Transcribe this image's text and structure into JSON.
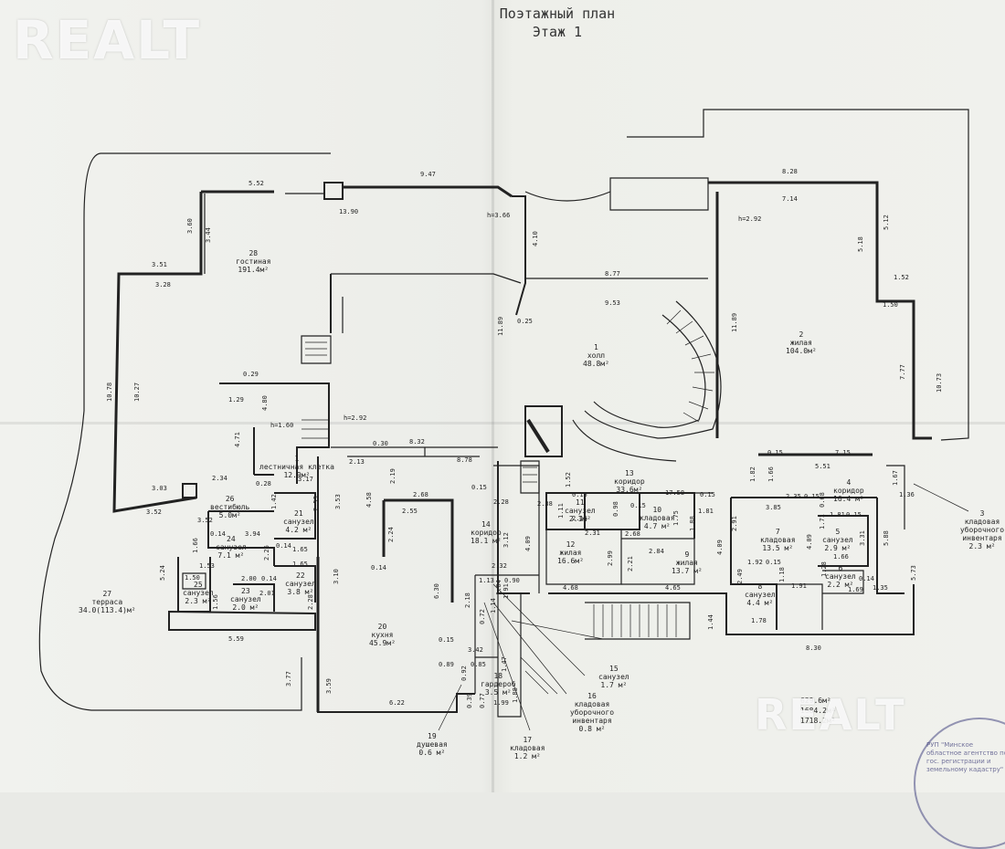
{
  "header": {
    "title": "Поэтажный план",
    "subtitle": "Этаж 1"
  },
  "watermark": {
    "top_left": "REALT",
    "bottom_right": "REALT"
  },
  "rooms": [
    {
      "num": "1",
      "name": "холл",
      "area": "48.8м²"
    },
    {
      "num": "2",
      "name": "жилая",
      "area": "104.0м²"
    },
    {
      "num": "3",
      "name": "кладовая уборочного инвентаря",
      "area": "2.3 м²"
    },
    {
      "num": "4",
      "name": "коридор",
      "area": "16.4 м²"
    },
    {
      "num": "5",
      "name": "санузел",
      "area": "2.9 м²"
    },
    {
      "num": "6",
      "name": "санузел",
      "area": "2.2 м²"
    },
    {
      "num": "7",
      "name": "кладовая",
      "area": "13.5 м²"
    },
    {
      "num": "8",
      "name": "санузел",
      "area": "4.4 м²"
    },
    {
      "num": "9",
      "name": "жилая",
      "area": "13.7 м²"
    },
    {
      "num": "10",
      "name": "кладовая",
      "area": "4.7 м²"
    },
    {
      "num": "11",
      "name": "санузел",
      "area": "2.1м²"
    },
    {
      "num": "12",
      "name": "жилая",
      "area": "16.6м²"
    },
    {
      "num": "13",
      "name": "коридор",
      "area": "33.6м²"
    },
    {
      "num": "14",
      "name": "коридор",
      "area": "18.1 м²"
    },
    {
      "num": "15",
      "name": "санузел",
      "area": "1.7 м²"
    },
    {
      "num": "16",
      "name": "кладовая уборочного инвентаря",
      "area": "0.8 м²"
    },
    {
      "num": "17",
      "name": "кладовая",
      "area": "1.2 м²"
    },
    {
      "num": "18",
      "name": "гардероб",
      "area": "3.5 м²"
    },
    {
      "num": "19",
      "name": "душевая",
      "area": "0.6 м²"
    },
    {
      "num": "20",
      "name": "кухня",
      "area": "45.9м²"
    },
    {
      "num": "21",
      "name": "санузел",
      "area": "4.2 м²"
    },
    {
      "num": "22",
      "name": "санузел",
      "area": "3.8 м²"
    },
    {
      "num": "23",
      "name": "санузел",
      "area": "2.0 м²"
    },
    {
      "num": "24",
      "name": "санузел",
      "area": "7.1 м²"
    },
    {
      "num": "25",
      "name": "санузел",
      "area": "2.3 м²"
    },
    {
      "num": "26",
      "name": "вестибюль",
      "area": "5.0м²"
    },
    {
      "num": "27",
      "name": "терраса",
      "area": "34.0(113.4)м²"
    },
    {
      "num": "28",
      "name": "гостиная",
      "area": "191.4м²"
    },
    {
      "num": "1",
      "name": "лестничная клетка",
      "area": "12.9м²"
    }
  ],
  "heights": {
    "h1": "h=1.60",
    "h2": "h=2.92",
    "h3": "h=3.66",
    "h4": "h=2.92"
  },
  "dimensions": {
    "d_5_52": "5.52",
    "d_9_47": "9.47",
    "d_13_90": "13.90",
    "d_8_28": "8.28",
    "d_7_14": "7.14",
    "d_3_60": "3.60",
    "d_3_44": "3.44",
    "d_3_51": "3.51",
    "d_3_28": "3.28",
    "d_10_78": "10.78",
    "d_10_27": "10.27",
    "d_4_10": "4.10",
    "d_8_77": "8.77",
    "d_9_53": "9.53",
    "d_0_25": "0.25",
    "d_11_89a": "11.89",
    "d_11_89b": "11.89",
    "d_5_12": "5.12",
    "d_5_18": "5.18",
    "d_1_52": "1.52",
    "d_1_50": "1.50",
    "d_7_77": "7.77",
    "d_10_73": "10.73",
    "d_0_29": "0.29",
    "d_1_29": "1.29",
    "d_4_80": "4.80",
    "d_4_71": "4.71",
    "d_8_32": "8.32",
    "d_8_78": "8.78",
    "d_0_30": "0.30",
    "d_2_13": "2.13",
    "d_2_19": "2.19",
    "d_3_53": "3.53",
    "d_4_58": "4.58",
    "d_2_68": "2.68",
    "d_2_34": "2.34",
    "d_0_28": "0.28",
    "d_3_17": "3.17",
    "d_3_03": "3.03",
    "d_3_52": "3.52",
    "d_3_52b": "3.52",
    "d_1_42": "1.42",
    "d_2_53": "2.53",
    "d_3_94": "3.94",
    "d_0_14a": "0.14",
    "d_1_66": "1.66",
    "d_2_26": "2.26",
    "d_0_14b": "0.14",
    "d_1_65a": "1.65",
    "d_1_65b": "1.65",
    "d_5_24": "5.24",
    "d_1_53": "1.53",
    "d_1_50b": "1.50",
    "d_2_00": "2.00",
    "d_0_14c": "0.14",
    "d_2_01": "2.01",
    "d_1_56": "1.56",
    "d_2_28": "2.28",
    "d_3_10": "3.10",
    "d_2_55": "2.55",
    "d_2_24": "2.24",
    "d_0_14d": "0.14",
    "d_6_30": "6.30",
    "d_5_59": "5.59",
    "d_3_77": "3.77",
    "d_3_59": "3.59",
    "d_6_22": "6.22",
    "d_0_15a": "0.15",
    "d_2_28b": "2.28",
    "d_2_38": "2.38",
    "d_3_12": "3.12",
    "d_2_32": "2.32",
    "d_1_13": "1.13",
    "d_0_90": "0.90",
    "d_2_18": "2.18",
    "d_0_72": "0.72",
    "d_1_14": "1.14",
    "d_1_04": "1.04",
    "d_1_91": "1.91",
    "d_0_15b": "0.15",
    "d_3_42": "3.42",
    "d_0_89": "0.89",
    "d_0_92": "0.92",
    "d_0_85": "0.85",
    "d_1_47": "1.47",
    "d_0_39": "0.39",
    "d_0_77": "0.77",
    "d_1_99": "1.99",
    "d_1_88": "1.88",
    "d_1_52b": "1.52",
    "d_0_15c": "0.15",
    "d_1_11": "1.11",
    "d_2_16": "2.16",
    "d_0_98": "0.98",
    "d_2_31": "2.31",
    "d_0_15d": "0.15",
    "d_1_75": "1.75",
    "d_17_58": "17.58",
    "d_2_68b": "2.68",
    "d_2_99": "2.99",
    "d_2_21": "2.21",
    "d_2_84": "2.84",
    "d_4_09a": "4.09",
    "d_4_68": "4.68",
    "d_4_65": "4.65",
    "d_1_44": "1.44",
    "d_0_15e": "0.15",
    "d_1_88b": "1.88",
    "d_1_81": "1.81",
    "d_1_82": "1.82",
    "d_1_66b": "1.66",
    "d_2_35": "2.35",
    "d_0_15f": "0.15",
    "d_3_85": "3.85",
    "d_0_68": "0.68",
    "d_1_81b": "1.81",
    "d_0_15g": "0.15",
    "d_2_91": "2.91",
    "d_1_71": "1.71",
    "d_4_09b": "4.09",
    "d_3_31": "3.31",
    "d_1_92": "1.92",
    "d_0_15h": "0.15",
    "d_1_66c": "1.66",
    "d_1_28": "1.28",
    "d_2_49": "2.49",
    "d_1_18": "1.18",
    "d_1_91b": "1.91",
    "d_0_14e": "0.14",
    "d_1_69": "1.69",
    "d_1_35": "1.35",
    "d_1_78": "1.78",
    "d_8_30": "8.30",
    "d_0_15i": "0.15",
    "d_7_15": "7.15",
    "d_5_51": "5.51",
    "d_1_67": "1.67",
    "d_1_36": "1.36",
    "d_5_88": "5.88",
    "d_5_73": "5.73",
    "d_4_09c": "4.09"
  },
  "totals": {
    "line1": "629.6м²",
    "line2": "1684.2м²",
    "line3": "1718.2м²"
  },
  "stamp": {
    "text": "РУП \"Минское областное агентство по гос. регистрации и земельному кадастру\""
  }
}
